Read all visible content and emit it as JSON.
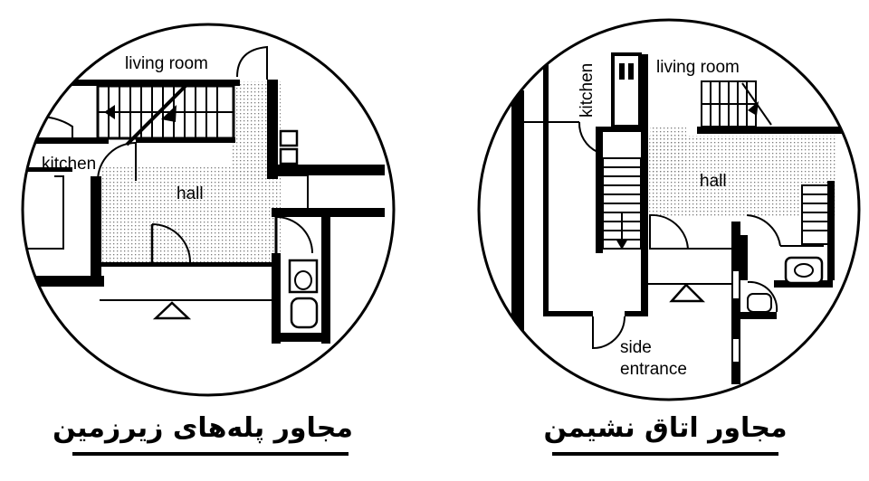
{
  "left_plan": {
    "labels": {
      "living_room": "living room",
      "kitchen": "kitchen",
      "hall": "hall"
    },
    "caption": "مجاور پله‌های زیرزمین"
  },
  "right_plan": {
    "labels": {
      "kitchen": "kitchen",
      "living_room": "living room",
      "hall": "hall",
      "side": "side",
      "entrance": "entrance"
    },
    "caption": "مجاور اتاق نشیمن"
  },
  "colors": {
    "ink": "#000000",
    "paper": "#ffffff",
    "hall_dots": "#7a7a7a"
  }
}
